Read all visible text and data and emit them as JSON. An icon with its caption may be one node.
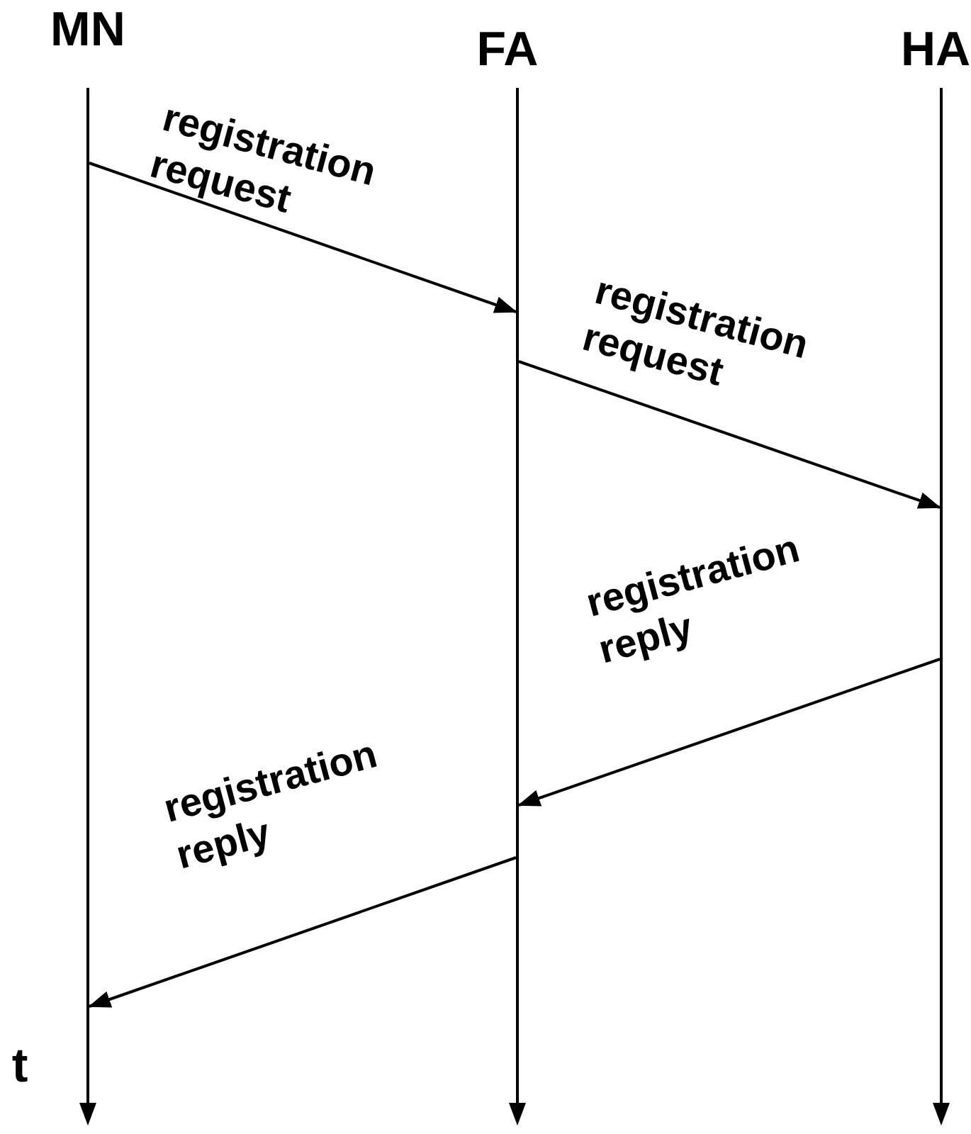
{
  "diagram": {
    "nodes": [
      {
        "text": [],
        "shape": "bar",
        "beside": [
          "MN"
        ]
      },
      {
        "text": [],
        "shape": "bar",
        "beside": [
          "FA"
        ]
      },
      {
        "text": [],
        "shape": "bar",
        "beside": [
          "HA"
        ]
      }
    ],
    "edges": [
      {
        "from": 0,
        "to": 1,
        "arrow": "to",
        "label": "registration request"
      },
      {
        "from": 1,
        "to": 2,
        "arrow": "to",
        "label": "registration request"
      },
      {
        "from": 2,
        "to": 1,
        "arrow": "to",
        "label": "registration reply"
      },
      {
        "from": 1,
        "to": 0,
        "arrow": "to",
        "label": "registration reply"
      }
    ],
    "labels": [
      "t"
    ]
  }
}
